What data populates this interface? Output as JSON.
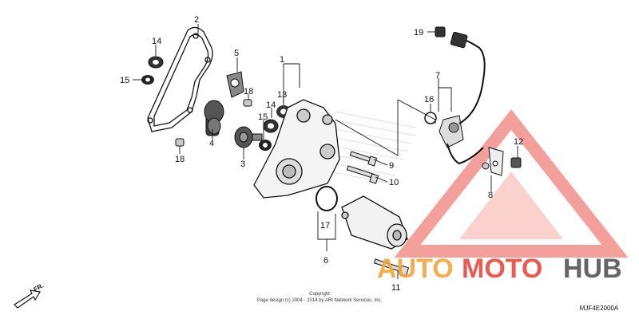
{
  "callouts": [
    {
      "n": "1"
    },
    {
      "n": "2"
    },
    {
      "n": "3"
    },
    {
      "n": "4"
    },
    {
      "n": "5"
    },
    {
      "n": "6"
    },
    {
      "n": "7"
    },
    {
      "n": "8"
    },
    {
      "n": "9"
    },
    {
      "n": "10"
    },
    {
      "n": "11"
    },
    {
      "n": "12"
    },
    {
      "n": "13"
    },
    {
      "n": "14"
    },
    {
      "n": "14"
    },
    {
      "n": "15"
    },
    {
      "n": "15"
    },
    {
      "n": "16"
    },
    {
      "n": "17"
    },
    {
      "n": "18"
    },
    {
      "n": "18"
    },
    {
      "n": "19"
    }
  ],
  "copyright_line1": "Copyright",
  "copyright_line2": "Page design (c) 2004 - 2014 by ARI Network Services, Inc.",
  "diagram_code": "MJF4E2000A",
  "direction_label": "FR.",
  "watermark": {
    "part1": "AUTO",
    "part2": "MOTO",
    "part3": "HUB",
    "color_orange": "#f4a63a",
    "color_red": "#e8493f",
    "color_gray": "#555555",
    "triangle_color": "#f0807a"
  }
}
